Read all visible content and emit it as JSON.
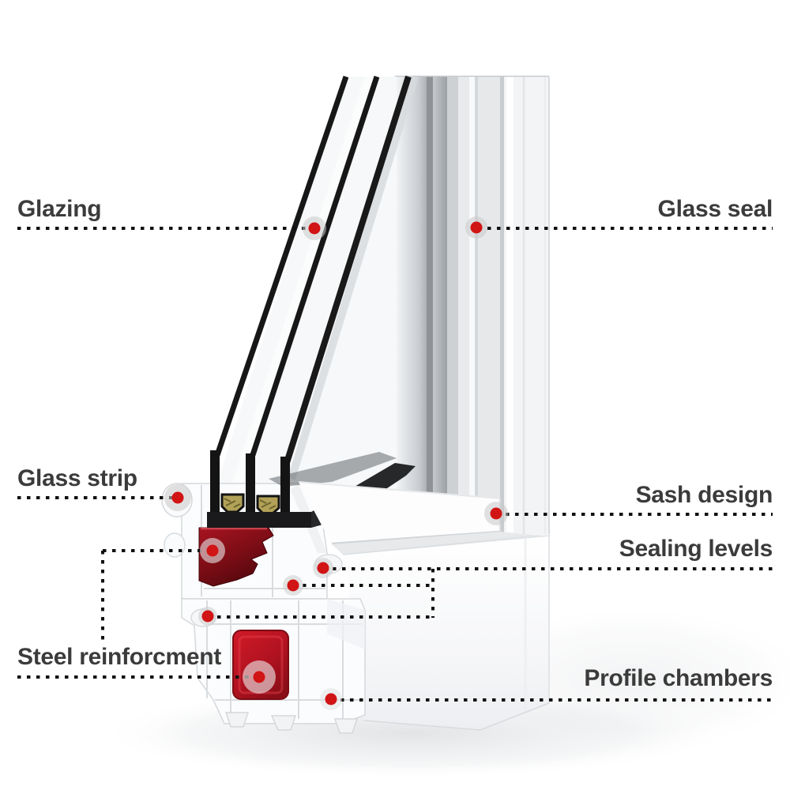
{
  "diagram_title": "Window profile cross-section with labeled parts",
  "colors": {
    "background": "#ffffff",
    "label_text": "#3b3b3b",
    "marker_red": "#d11414",
    "leader_line": "#111111",
    "pvc_white": "#fbfcfd",
    "steel_red_bright": "#c01423",
    "steel_red_dark": "#6e0a12",
    "spacer_olive": "#b2a257",
    "seal_gray": "#9ba0a4"
  },
  "labels": {
    "glazing": {
      "text": "Glazing",
      "side": "left",
      "points": 1
    },
    "glass_seal": {
      "text": "Glass seal",
      "side": "right",
      "points": 1
    },
    "glass_strip": {
      "text": "Glass strip",
      "side": "left",
      "points": 1
    },
    "sash_design": {
      "text": "Sash design",
      "side": "right",
      "points": 1
    },
    "sealing_levels": {
      "text": "Sealing levels",
      "side": "right",
      "points": 3
    },
    "steel_reinforcment": {
      "text": "Steel reinforcment",
      "side": "left",
      "points": 2
    },
    "profile_chambers": {
      "text": "Profile chambers",
      "side": "right",
      "points": 1
    }
  }
}
